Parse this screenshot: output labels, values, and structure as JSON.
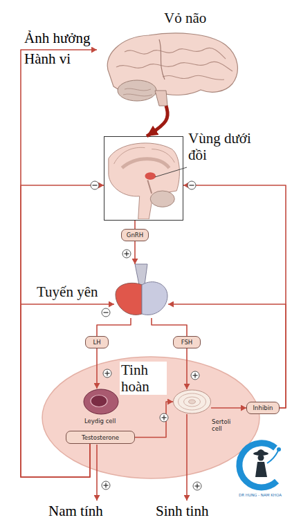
{
  "diagram": {
    "nodes": [
      {
        "text": [
          "Vỏ não"
        ]
      },
      {
        "text": [
          "Vùng dưới đồi"
        ]
      },
      {
        "text": [
          "GnRH"
        ]
      },
      {
        "text": [
          "Tuyến yên"
        ]
      },
      {
        "text": [
          "LH"
        ]
      },
      {
        "text": [
          "FSH"
        ]
      },
      {
        "text": [
          "Tinh hoàn"
        ]
      },
      {
        "text": [
          "Leydig cell"
        ],
        "in": 6
      },
      {
        "text": [
          "Sertoli cell"
        ],
        "in": 6
      },
      {
        "text": [
          "Testosterone"
        ],
        "in": 6
      },
      {
        "text": [
          "Inhibin"
        ]
      }
    ],
    "edges": [
      {
        "from": 0,
        "to": 1,
        "arrow": "to"
      },
      {
        "from": 1,
        "to": 2,
        "arrow": "none"
      },
      {
        "from": 2,
        "to": 3,
        "arrow": "to"
      },
      {
        "from": 3,
        "to": 4,
        "arrow": "none"
      },
      {
        "from": 3,
        "to": 5,
        "arrow": "none"
      },
      {
        "from": 4,
        "to": 7,
        "arrow": "to"
      },
      {
        "from": 5,
        "to": 8,
        "arrow": "to"
      },
      {
        "from": 9,
        "to": 8,
        "arrow": "to"
      },
      {
        "from": 8,
        "to": 10,
        "arrow": "to"
      },
      {
        "from": 10,
        "to": 1,
        "arrow": "to"
      },
      {
        "from": 10,
        "to": 3,
        "arrow": "to"
      },
      {
        "from": 9,
        "to": 0,
        "arrow": "to",
        "label": "Ảnh hưởng Hành vi"
      },
      {
        "from": 9,
        "to": 1,
        "arrow": "to"
      },
      {
        "from": 9,
        "to": 3,
        "arrow": "to"
      }
    ],
    "labels": [
      "Nam tính",
      "Sinh tinh",
      "DR HUNG - NAM KHOA"
    ]
  }
}
